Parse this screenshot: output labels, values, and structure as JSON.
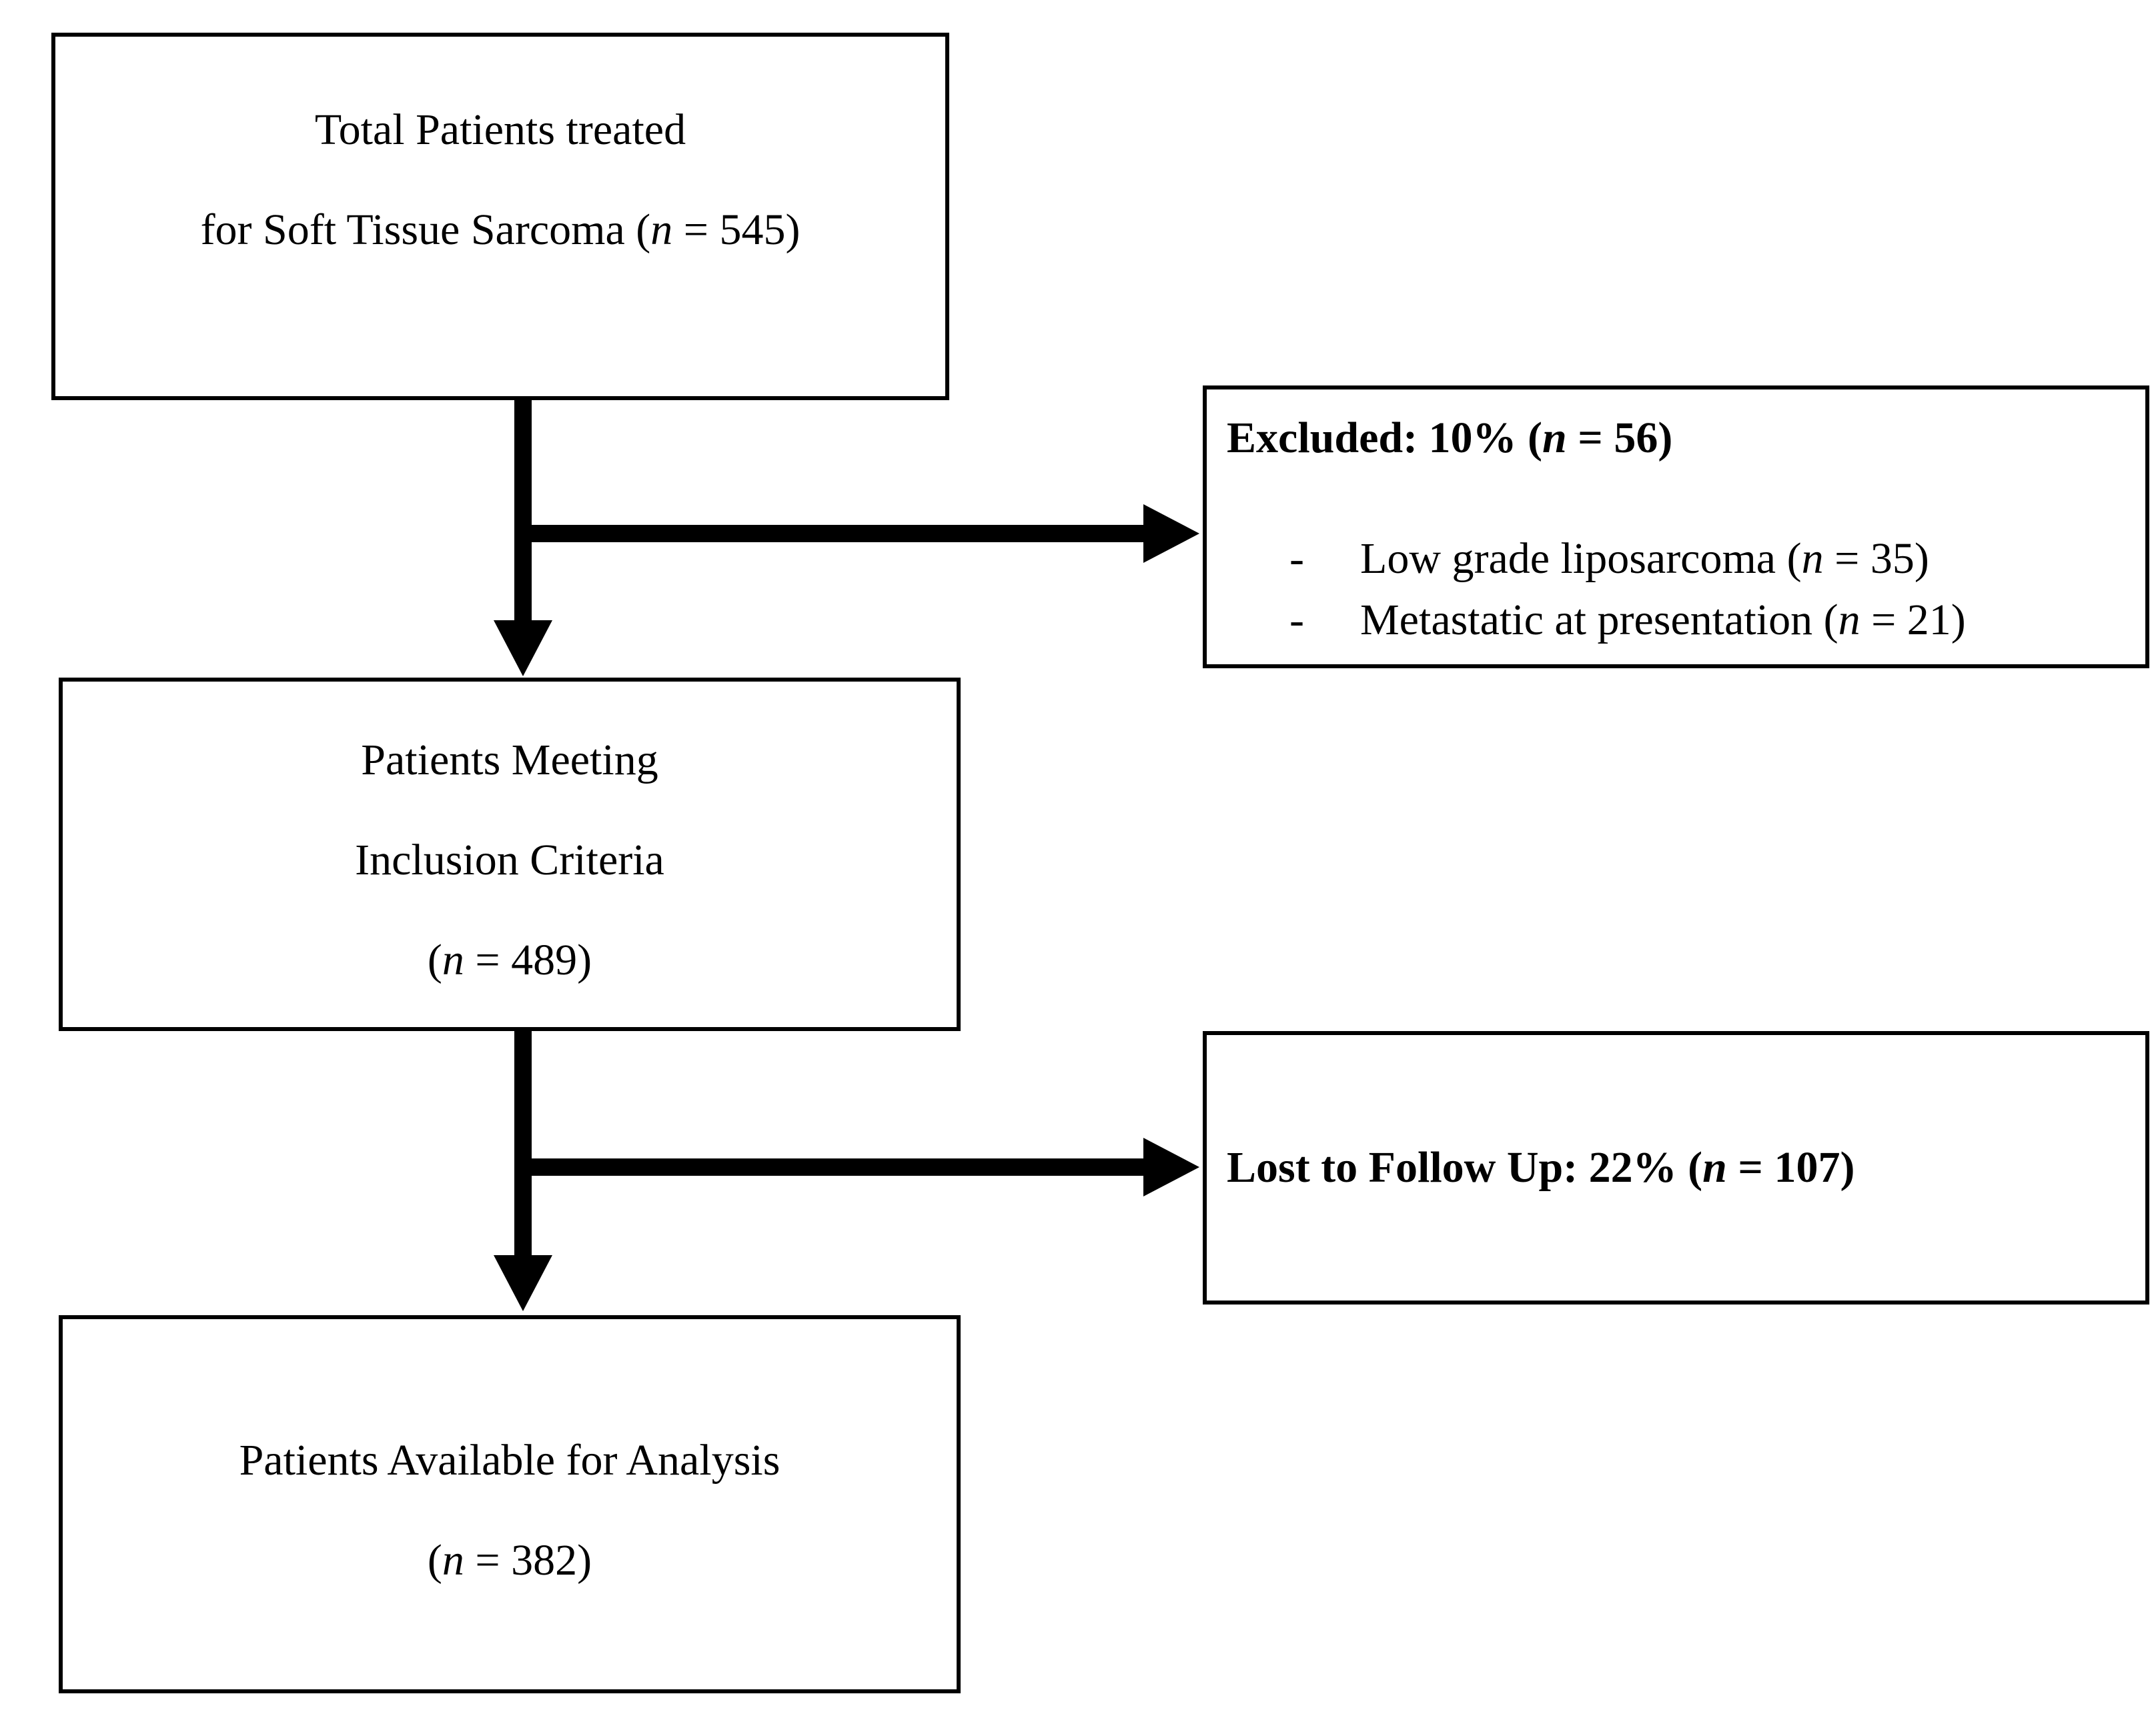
{
  "flowchart": {
    "colors": {
      "border": "#000000",
      "background": "#ffffff",
      "text": "#000000"
    },
    "total_box": {
      "line1": "Total Patients treated",
      "line2_pre": "for Soft Tissue Sarcoma (",
      "line2_n": "n",
      "line2_post": " = 545)"
    },
    "excluded_box": {
      "heading_pre": "Excluded: 10% (",
      "heading_n": "n",
      "heading_post": " = 56)",
      "items": [
        {
          "dash": "-",
          "pre": "Low grade liposarcoma (",
          "n": "n",
          "post": " = 35)"
        },
        {
          "dash": "-",
          "pre": "Metastatic at presentation (",
          "n": "n",
          "post": " = 21)"
        }
      ]
    },
    "inclusion_box": {
      "line1": "Patients Meeting",
      "line2": "Inclusion Criteria",
      "line3_pre": "(",
      "line3_n": "n",
      "line3_post": " = 489)"
    },
    "lost_box": {
      "heading_pre": "Lost to Follow Up: 22% (",
      "heading_n": "n",
      "heading_post": " = 107)"
    },
    "analysis_box": {
      "line1": "Patients Available for Analysis",
      "line2_pre": "(",
      "line2_n": "n",
      "line2_post": " = 382)"
    }
  }
}
